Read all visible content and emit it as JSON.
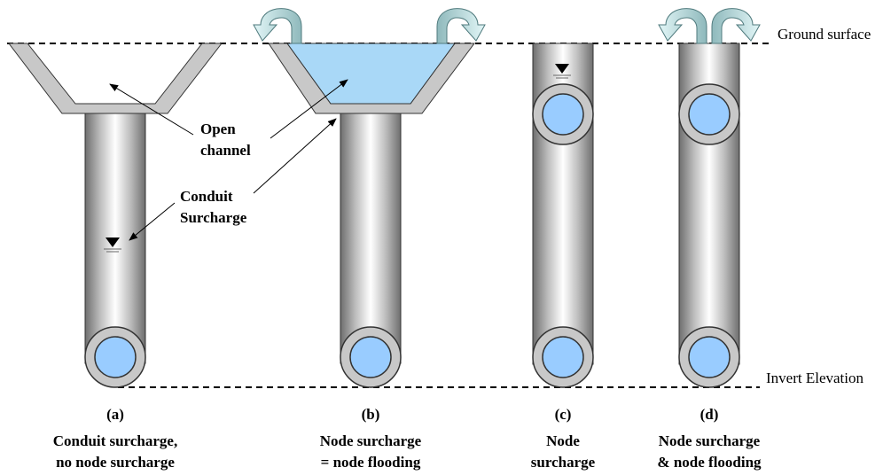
{
  "reference_lines": {
    "ground_surface": "Ground surface",
    "invert_elevation": "Invert Elevation"
  },
  "annotations": {
    "open_channel_line1": "Open",
    "open_channel_line2": "channel",
    "conduit_surcharge_line1": "Conduit",
    "conduit_surcharge_line2": "Surcharge"
  },
  "panels": [
    {
      "letter": "(a)",
      "caption_line1": "Conduit surcharge,",
      "caption_line2": "no node surcharge"
    },
    {
      "letter": "(b)",
      "caption_line1": "Node surcharge",
      "caption_line2": "= node flooding"
    },
    {
      "letter": "(c)",
      "caption_line1": "Node",
      "caption_line2": "surcharge"
    },
    {
      "letter": "(d)",
      "caption_line1": "Node surcharge",
      "caption_line2": "& node flooding"
    }
  ],
  "colors": {
    "water": "#a9d8f7",
    "pipe_water": "#99ccff",
    "channel_gray": "#c8c8c8",
    "arrow_fill": "#c6ecef"
  },
  "icons": [
    "water-level-icon",
    "overflow-arrow-icon"
  ]
}
